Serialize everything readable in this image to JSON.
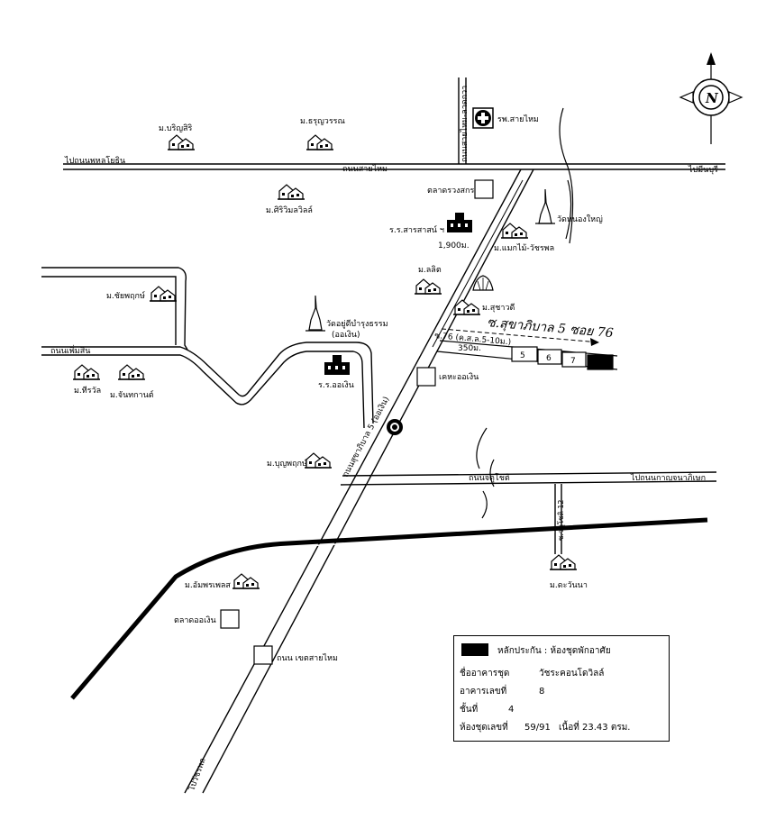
{
  "places": {
    "hospital": "รพ.สายไหม",
    "mb_parinsiri": "ม.บริญสิริ",
    "mb_thanyawaran": "ม.ธรุญวรรณ",
    "mb_siriwilla": "ม.ศิริวิมลวิลล์",
    "talat_ruangsakon": "ตลาดรวงสกร",
    "school_sarasas": "ร.ร.สารสาสน์ ฯ",
    "dist_1900": "1,900ม.",
    "wat_nongyai": "วัดหนองใหญ่",
    "mb_maemai": "ม.แมกไม้-วัชรพล",
    "mb_lalit": "ม.ลลิต",
    "mb_chaiyaphruek": "ม.ชัยพฤกษ์",
    "wat_ogeen": "วัดอยู่ดีบำรุงธรรม",
    "wat_ogeen2": "(ออเงิน)",
    "mb_suchawadee": "ม.สุชาวดี",
    "soi_handwritten": "ซ.สุขาภิบาล 5 ซอย 76",
    "soi_label": "ซ.76 (ค.ส.ล.5-10ม.)",
    "dist_350": "350ม.",
    "bldg_5": "5",
    "bldg_6": "6",
    "bldg_7": "7",
    "mb_thirawan": "ม.ทีรวัล",
    "mb_chanthakan": "ม.จันทกานต์",
    "school_ogeen": "ร.ร.ออเงิน",
    "khet_ogeen": "เคหะออเงิน",
    "mb_bunyaphruek": "ม.บุญพฤกษ์",
    "mb_aemorn": "ม.อัมพรเพลส",
    "talat_ogeen": "ตลาดออเงิน",
    "mb_ruanna": "ม.ดะวันนา",
    "school_saimai": "ถนน เขตสายไหม"
  },
  "roads": {
    "saimai": "ถนนสายไหม",
    "to_phahon": "ไปถนนพหลโยธิน",
    "to_minburi": "ไปมีนบุรี",
    "phimonrat": "ถนนเพิ่มสิน",
    "sukhaphiban5": "ถนนสุขาภิบาล 5 (ออเงิน)",
    "soi_saimai": "ถนนสายไหม-ลาดกวา",
    "hathaiphirat": "ถนนจตุโชติ",
    "to_kanchanaphisek": "ไปถนนกาญจนาภิเษก",
    "jatuchot12": "ซ.จตุโชติ 12",
    "to_watcharaphon": "ไปวัชรพล"
  },
  "legend": {
    "title": "หลักประกัน : ห้องชุดพักอาศัย",
    "name_label": "ชื่ออาคารชุด",
    "name_value": "วัชระคอนโดวิลล์",
    "bldg_label": "อาคารเลขที่",
    "bldg_value": "8",
    "floor_label": "ชั้นที่",
    "floor_value": "4",
    "unit_label": "ห้องชุดเลขที่",
    "unit_value": "59/91",
    "area_label": "เนื้อที่ 23.43 ตรม."
  },
  "compass": {
    "letter": "N"
  }
}
